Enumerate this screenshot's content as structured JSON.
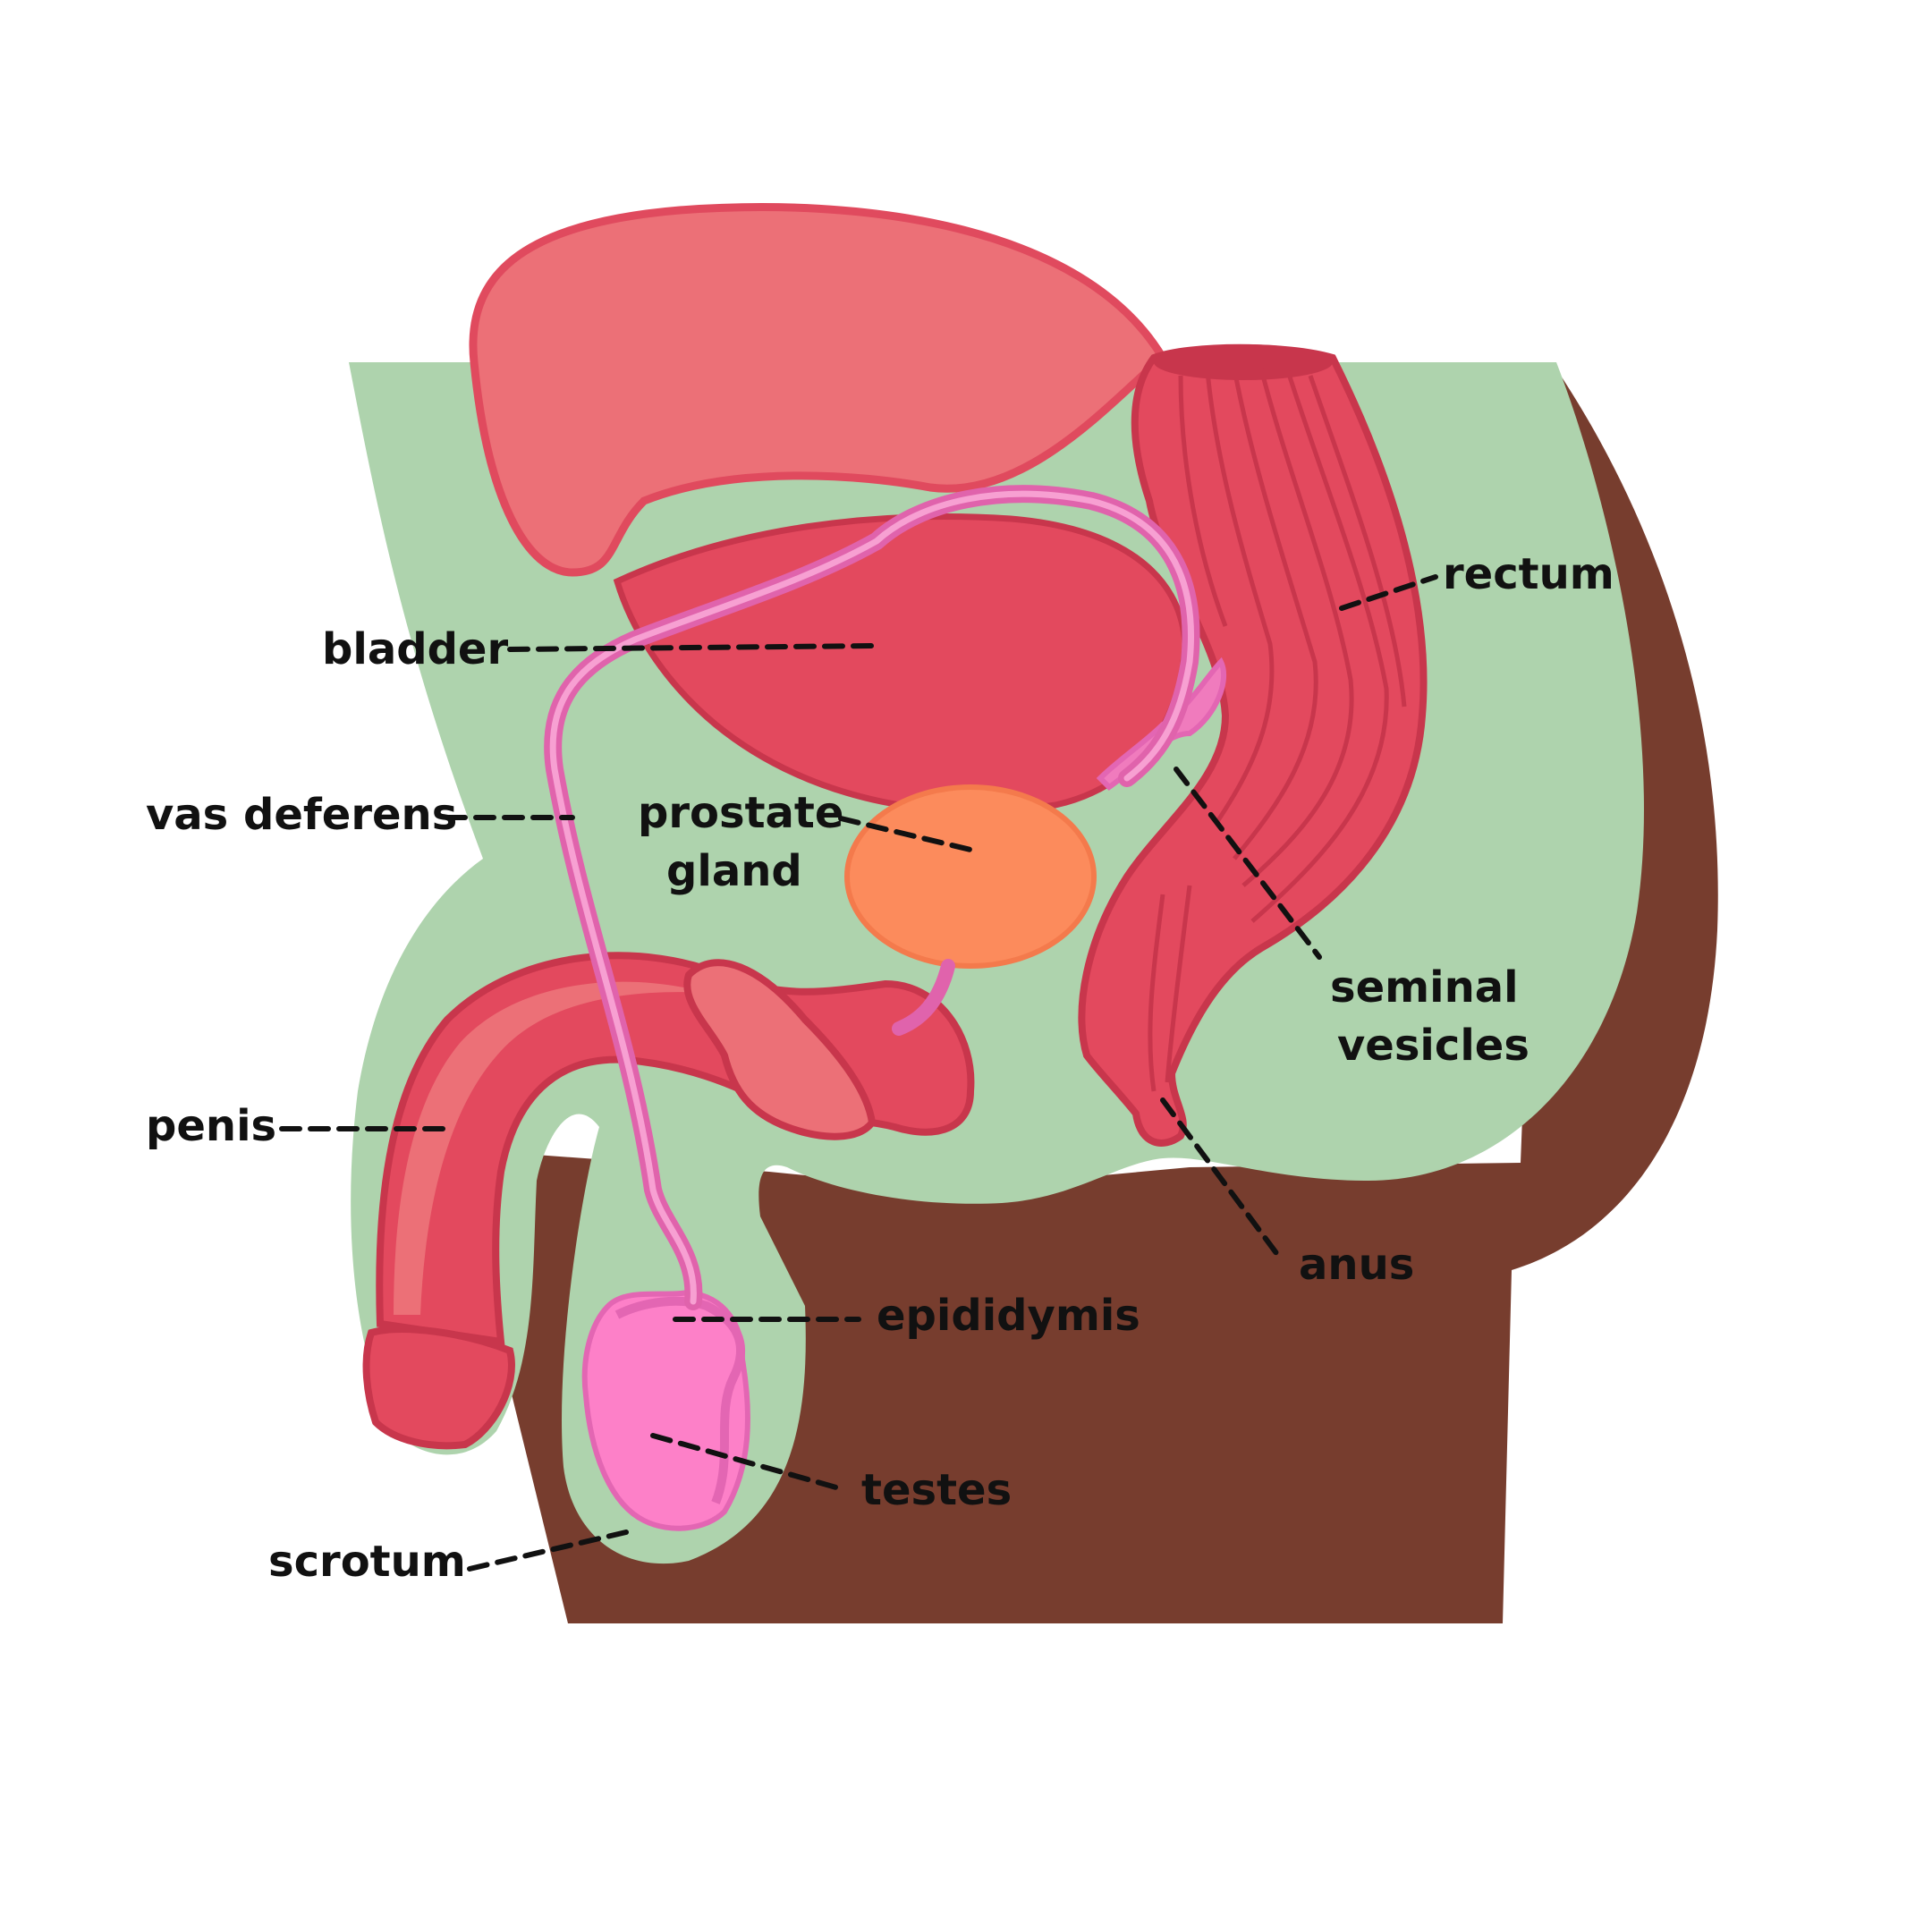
{
  "colors": {
    "background": "#ffffff",
    "body_green": "#aed3ad",
    "skin_brown": "#773d2e",
    "organ_light": "#ec7077",
    "organ_dark": "#e3495e",
    "organ_outline": "#c8364c",
    "duct_pink": "#f07bbd",
    "testes_pink": "#fd80c8",
    "prostate_orange": "#fc8b5c",
    "leader_line": "#111111"
  },
  "labels": {
    "rectum": "rectum",
    "bladder": "bladder",
    "vas_deferens": "vas deferens",
    "prostate_line1": "prostate",
    "prostate_line2": "gland",
    "seminal_line1": "seminal",
    "seminal_line2": "vesicles",
    "penis": "penis",
    "anus": "anus",
    "epididymis": "epididymis",
    "testes": "testes",
    "scrotum": "scrotum"
  }
}
